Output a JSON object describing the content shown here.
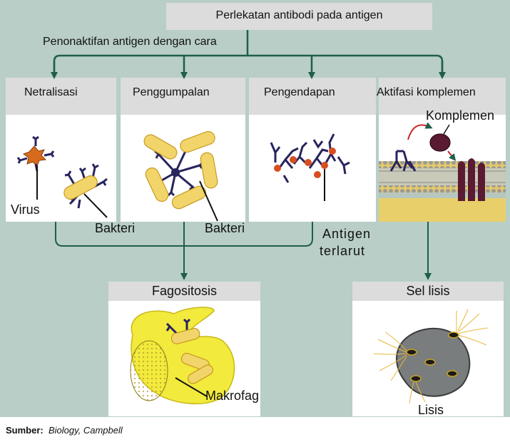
{
  "title": "Perlekatan antibodi pada antigen",
  "subtitle": "Penonaktifan antigen dengan cara",
  "methods": [
    {
      "label": "Netralisasi"
    },
    {
      "label": "Penggumpalan"
    },
    {
      "label": "Pengendapan"
    },
    {
      "label": "Aktifasi komplemen"
    }
  ],
  "labels": {
    "virus": "Virus",
    "bakteri_1": "Bakteri",
    "bakteri_2": "Bakteri",
    "antigen_line1": "Antigen",
    "antigen_line2": "terlarut",
    "komplemen": "Komplemen",
    "makrofag": "Makrofag",
    "lisis": "Lisis"
  },
  "outcomes": {
    "fagositosis": "Fagositosis",
    "sel_lisis": "Sel lisis"
  },
  "caption": {
    "source_label": "Sumber:",
    "source_text": "Biology, Campbell"
  },
  "colors": {
    "background": "#b8cec6",
    "header_box": "#dcdcdc",
    "arrow": "#1f5f4a",
    "antibody": "#27245e",
    "bacteria": "#f2d56a",
    "macrophage": "#f2ea3c",
    "cell": "#7a7d7d"
  }
}
